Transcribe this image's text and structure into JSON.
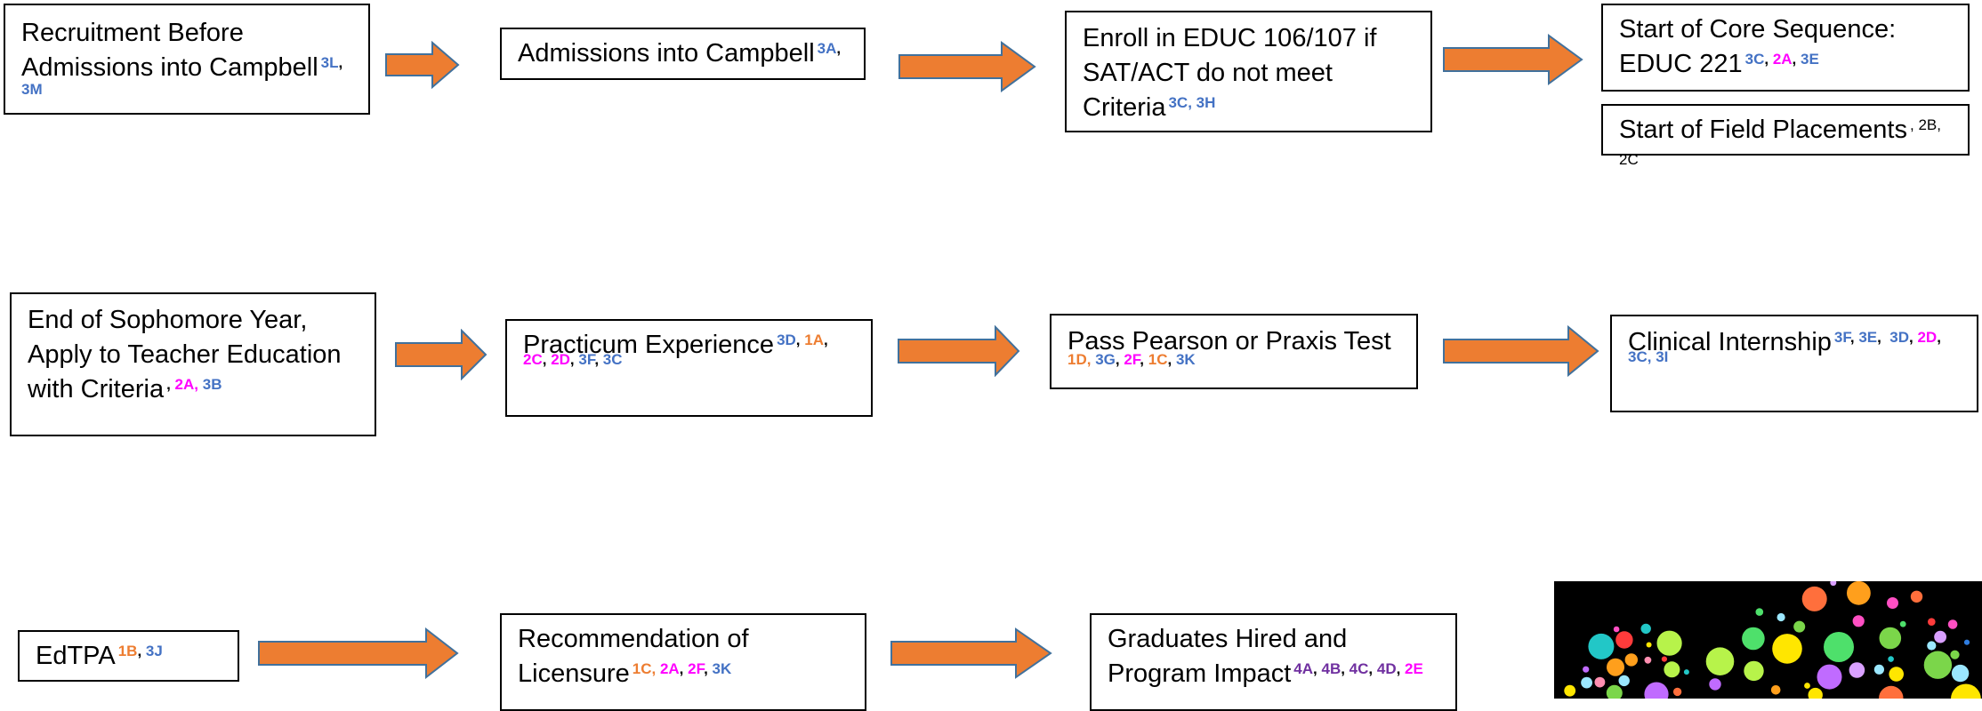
{
  "colors": {
    "arrow_fill": "#ed7d31",
    "arrow_stroke": "#41719c",
    "tag_blue": "#4472c4",
    "tag_orange": "#ed7d31",
    "tag_magenta": "#ff00ff",
    "tag_purple": "#7030a0"
  },
  "row1": {
    "recruitment": {
      "line1": "Recruitment Before",
      "line2": "Admissions into Campbell",
      "tag1": "3L",
      "tag2": "3M"
    },
    "admissions": {
      "text": "Admissions into Campbell",
      "tag1": "3A"
    },
    "enroll": {
      "line1": "Enroll in EDUC 106/107 if",
      "line2": "SAT/ACT do not meet",
      "line3": "Criteria",
      "tag1": "3C",
      "tag2": "3H"
    },
    "core": {
      "line1": "Start of Core Sequence:",
      "line2": "EDUC 221",
      "tag1": "3C",
      "tag2": "2A",
      "tag3": "3E"
    },
    "field": {
      "text": "Start of Field Placements",
      "tag1": "2B, 2C"
    }
  },
  "row2": {
    "sophomore": {
      "line1": "End of Sophomore Year,",
      "line2": "Apply to Teacher Education",
      "line3": "with Criteria",
      "tag1": "2A",
      "tag2": "3B"
    },
    "practicum": {
      "text": "Practicum Experience",
      "tag1": "3D",
      "tag2": "1A",
      "tag3": "2C",
      "tag4": "2D",
      "tag5": "3F",
      "tag6": "3C"
    },
    "pearson": {
      "text": "Pass Pearson or Praxis Test",
      "tag1": "1D",
      "tag2": "3G",
      "tag3": "2F",
      "tag4": "1C",
      "tag5": "3K"
    },
    "clinical": {
      "text": "Clinical Internship",
      "tag1": "3F",
      "tag2": "3E",
      "tag3": "3D",
      "tag4": "2D",
      "tag5": "3C",
      "tag6": "3I"
    }
  },
  "row3": {
    "edtpa": {
      "text": "EdTPA",
      "tag1": "1B",
      "tag2": "3J"
    },
    "recommendation": {
      "line1": "Recommendation of",
      "line2": "Licensure",
      "tag1": "1C",
      "tag2": "2A",
      "tag3": "2F",
      "tag4": "3K"
    },
    "graduates": {
      "line1": "Graduates Hired and",
      "line2": "Program Impact",
      "tag1": "4A",
      "tag2": "4B",
      "tag3": "4C",
      "tag4": "4D",
      "tag5": "2E"
    }
  }
}
